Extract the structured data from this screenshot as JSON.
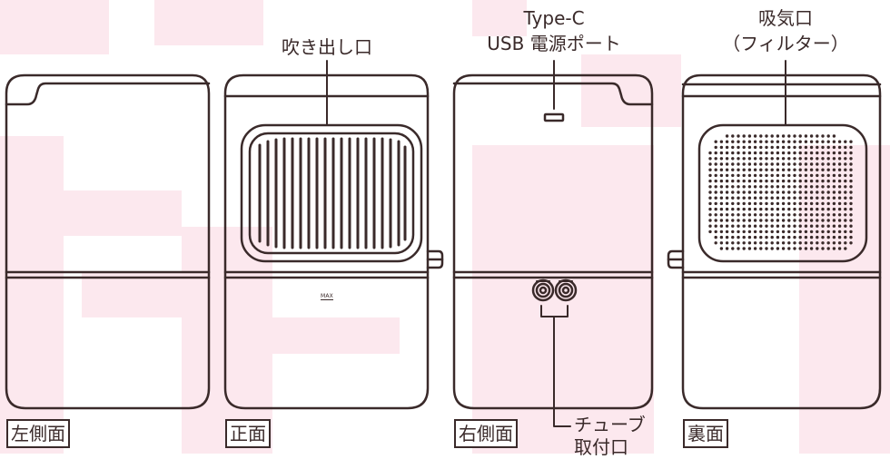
{
  "callouts": {
    "outlet": "吹き出し口",
    "usb_line1": "Type-C",
    "usb_line2": "USB 電源ポート",
    "intake_line1": "吸気口",
    "intake_line2": "（フィルター）",
    "tube_line1": "チューブ",
    "tube_line2": "取付口"
  },
  "views": {
    "left_side": "左側面",
    "front": "正面",
    "right_side": "右側面",
    "back": "裏面"
  },
  "markings": {
    "max": "MAX"
  },
  "colors": {
    "line": "#3a2a2a",
    "background_blocks": "#fce8ee"
  }
}
